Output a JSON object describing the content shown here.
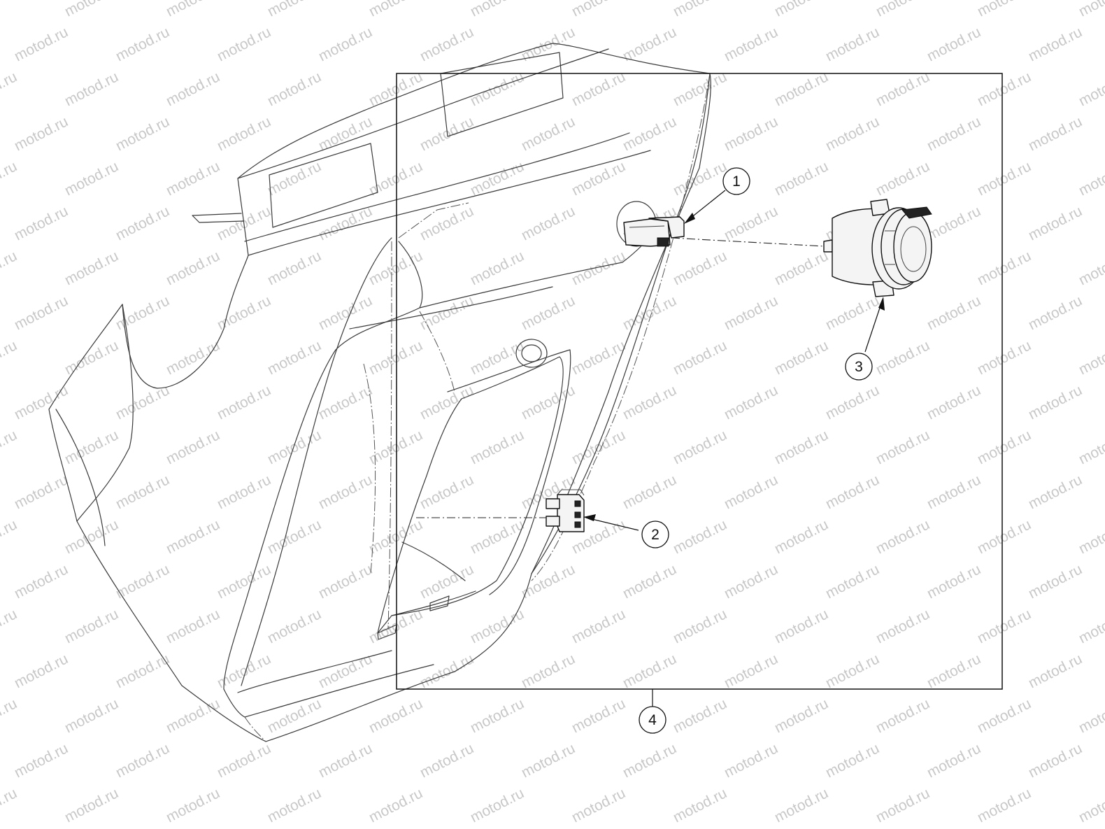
{
  "watermark": {
    "text": "motod.ru",
    "color": "#c8c8c8"
  },
  "callouts": [
    {
      "id": "1",
      "label": "1"
    },
    {
      "id": "2",
      "label": "2"
    },
    {
      "id": "3",
      "label": "3"
    },
    {
      "id": "4",
      "label": "4"
    }
  ],
  "colors": {
    "line": "#3a3a3a",
    "ink": "#111111",
    "background": "#ffffff"
  }
}
